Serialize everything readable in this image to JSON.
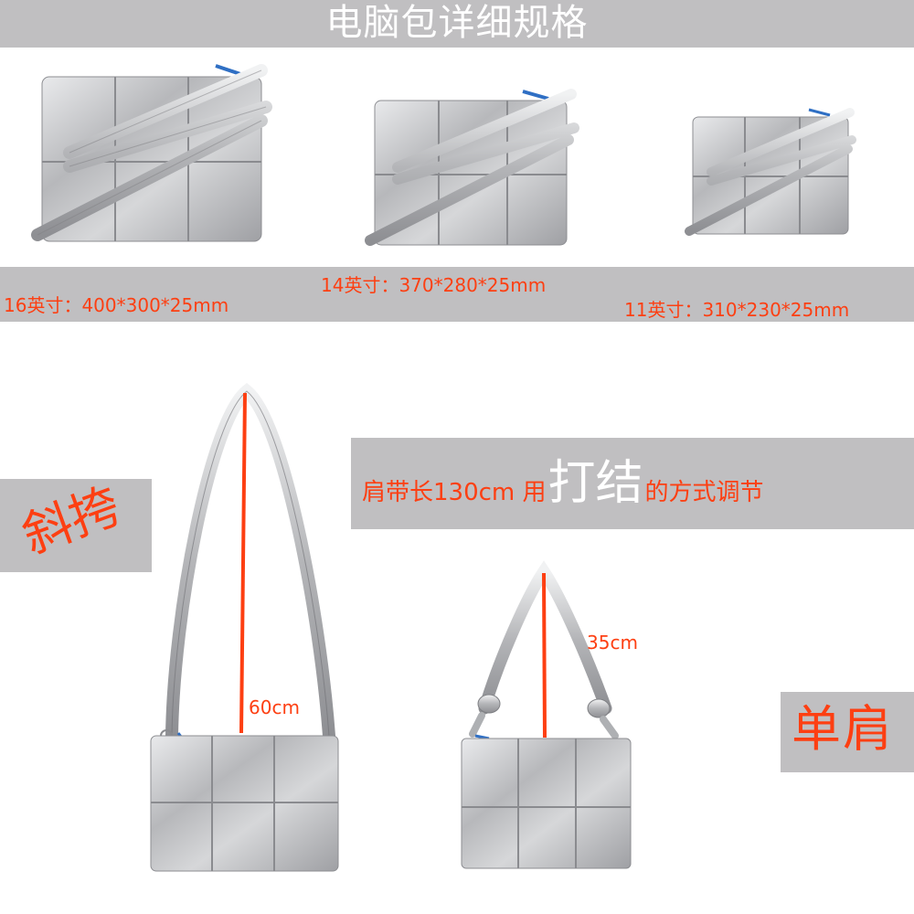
{
  "title": "电脑包详细规格",
  "colors": {
    "banner_gray": "#c0bfc1",
    "accent_red": "#fd3f12",
    "text_white": "#ffffff",
    "silver": "#b9babd",
    "zipper_blue": "#2f6fc4"
  },
  "sizes": [
    {
      "label": "16英寸：400*300*25mm",
      "inches": 16,
      "dimensions_mm": "400*300*25"
    },
    {
      "label": "14英寸：370*280*25mm",
      "inches": 14,
      "dimensions_mm": "370*280*25"
    },
    {
      "label": "11英寸：310*230*25mm",
      "inches": 11,
      "dimensions_mm": "310*230*25"
    }
  ],
  "strap_note": {
    "prefix": "肩带长130cm 用",
    "highlight": "打结",
    "suffix": "的方式调节"
  },
  "carry_modes": {
    "crossbody": {
      "label": "斜挎",
      "drop_length": "60cm"
    },
    "shoulder": {
      "label": "单肩",
      "drop_length": "35cm"
    }
  },
  "product_images": [
    {
      "name": "bag-16-inch",
      "description": "silver quilted puffer laptop sleeve with coiled strap"
    },
    {
      "name": "bag-14-inch",
      "description": "silver quilted puffer laptop sleeve with coiled strap"
    },
    {
      "name": "bag-11-inch",
      "description": "silver quilted puffer laptop sleeve with coiled strap"
    },
    {
      "name": "bag-crossbody",
      "description": "bag worn with long strap"
    },
    {
      "name": "bag-shoulder-knotted",
      "description": "bag with knotted short strap"
    }
  ]
}
